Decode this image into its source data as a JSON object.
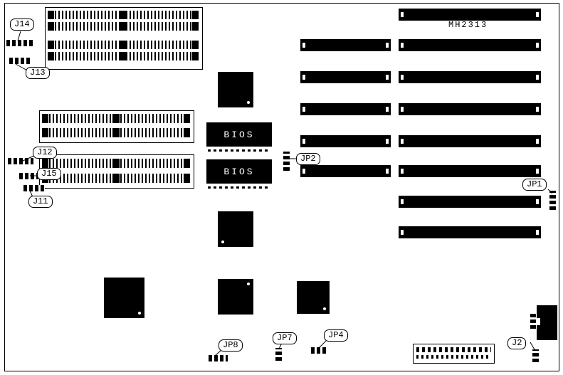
{
  "board": {
    "model_label": "MH2313",
    "bios_label_1": "BIOS",
    "bios_label_2": "BIOS"
  },
  "callouts": {
    "j14": "J14",
    "j13": "J13",
    "j12": "J12",
    "j15": "J15",
    "j11": "J11",
    "jp1": "JP1",
    "jp2": "JP2",
    "jp4": "JP4",
    "jp7": "JP7",
    "jp8": "JP8",
    "j2": "J2"
  }
}
